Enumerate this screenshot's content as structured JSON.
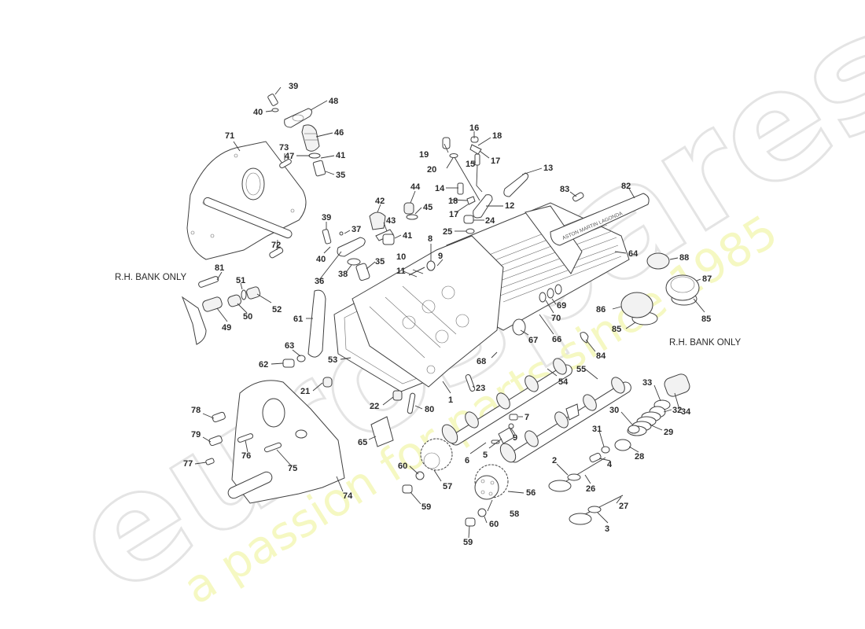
{
  "diagram": {
    "type": "exploded-parts-diagram",
    "subject": "Engine cylinder head, camshafts, cam cover and timing covers",
    "notes": [
      {
        "id": "note-left",
        "text": "R.H. BANK ONLY"
      },
      {
        "id": "note-right",
        "text": "R.H. BANK ONLY"
      }
    ],
    "cam_cover_text": "ASTON MARTIN LAGONDA",
    "watermark": {
      "logo": "eurospares",
      "tagline": "a passion for parts since 1985",
      "logo_color": "#e6e6e6",
      "tagline_color": "#f2f5a0"
    },
    "callouts": [
      {
        "n": "39"
      },
      {
        "n": "40"
      },
      {
        "n": "48"
      },
      {
        "n": "46"
      },
      {
        "n": "47"
      },
      {
        "n": "41"
      },
      {
        "n": "35"
      },
      {
        "n": "71"
      },
      {
        "n": "73"
      },
      {
        "n": "72"
      },
      {
        "n": "81"
      },
      {
        "n": "51"
      },
      {
        "n": "52"
      },
      {
        "n": "50"
      },
      {
        "n": "49"
      },
      {
        "n": "39"
      },
      {
        "n": "37"
      },
      {
        "n": "40"
      },
      {
        "n": "36"
      },
      {
        "n": "38"
      },
      {
        "n": "35"
      },
      {
        "n": "42"
      },
      {
        "n": "43"
      },
      {
        "n": "41"
      },
      {
        "n": "44"
      },
      {
        "n": "45"
      },
      {
        "n": "19"
      },
      {
        "n": "20"
      },
      {
        "n": "16"
      },
      {
        "n": "18"
      },
      {
        "n": "17"
      },
      {
        "n": "15"
      },
      {
        "n": "14"
      },
      {
        "n": "18"
      },
      {
        "n": "17"
      },
      {
        "n": "12"
      },
      {
        "n": "13"
      },
      {
        "n": "24"
      },
      {
        "n": "25"
      },
      {
        "n": "83"
      },
      {
        "n": "82"
      },
      {
        "n": "64"
      },
      {
        "n": "88"
      },
      {
        "n": "87"
      },
      {
        "n": "86"
      },
      {
        "n": "85"
      },
      {
        "n": "85"
      },
      {
        "n": "8"
      },
      {
        "n": "9"
      },
      {
        "n": "10"
      },
      {
        "n": "11"
      },
      {
        "n": "61"
      },
      {
        "n": "63"
      },
      {
        "n": "62"
      },
      {
        "n": "53"
      },
      {
        "n": "21"
      },
      {
        "n": "69"
      },
      {
        "n": "70"
      },
      {
        "n": "67"
      },
      {
        "n": "66"
      },
      {
        "n": "68"
      },
      {
        "n": "84"
      },
      {
        "n": "23"
      },
      {
        "n": "1"
      },
      {
        "n": "22"
      },
      {
        "n": "80"
      },
      {
        "n": "54"
      },
      {
        "n": "55"
      },
      {
        "n": "65"
      },
      {
        "n": "7"
      },
      {
        "n": "9"
      },
      {
        "n": "6"
      },
      {
        "n": "5"
      },
      {
        "n": "60"
      },
      {
        "n": "57"
      },
      {
        "n": "59"
      },
      {
        "n": "56"
      },
      {
        "n": "58"
      },
      {
        "n": "60"
      },
      {
        "n": "59"
      },
      {
        "n": "33"
      },
      {
        "n": "34"
      },
      {
        "n": "32"
      },
      {
        "n": "30"
      },
      {
        "n": "29"
      },
      {
        "n": "31"
      },
      {
        "n": "28"
      },
      {
        "n": "4"
      },
      {
        "n": "2"
      },
      {
        "n": "26"
      },
      {
        "n": "27"
      },
      {
        "n": "3"
      },
      {
        "n": "78"
      },
      {
        "n": "79"
      },
      {
        "n": "77"
      },
      {
        "n": "76"
      },
      {
        "n": "75"
      },
      {
        "n": "74"
      }
    ]
  }
}
